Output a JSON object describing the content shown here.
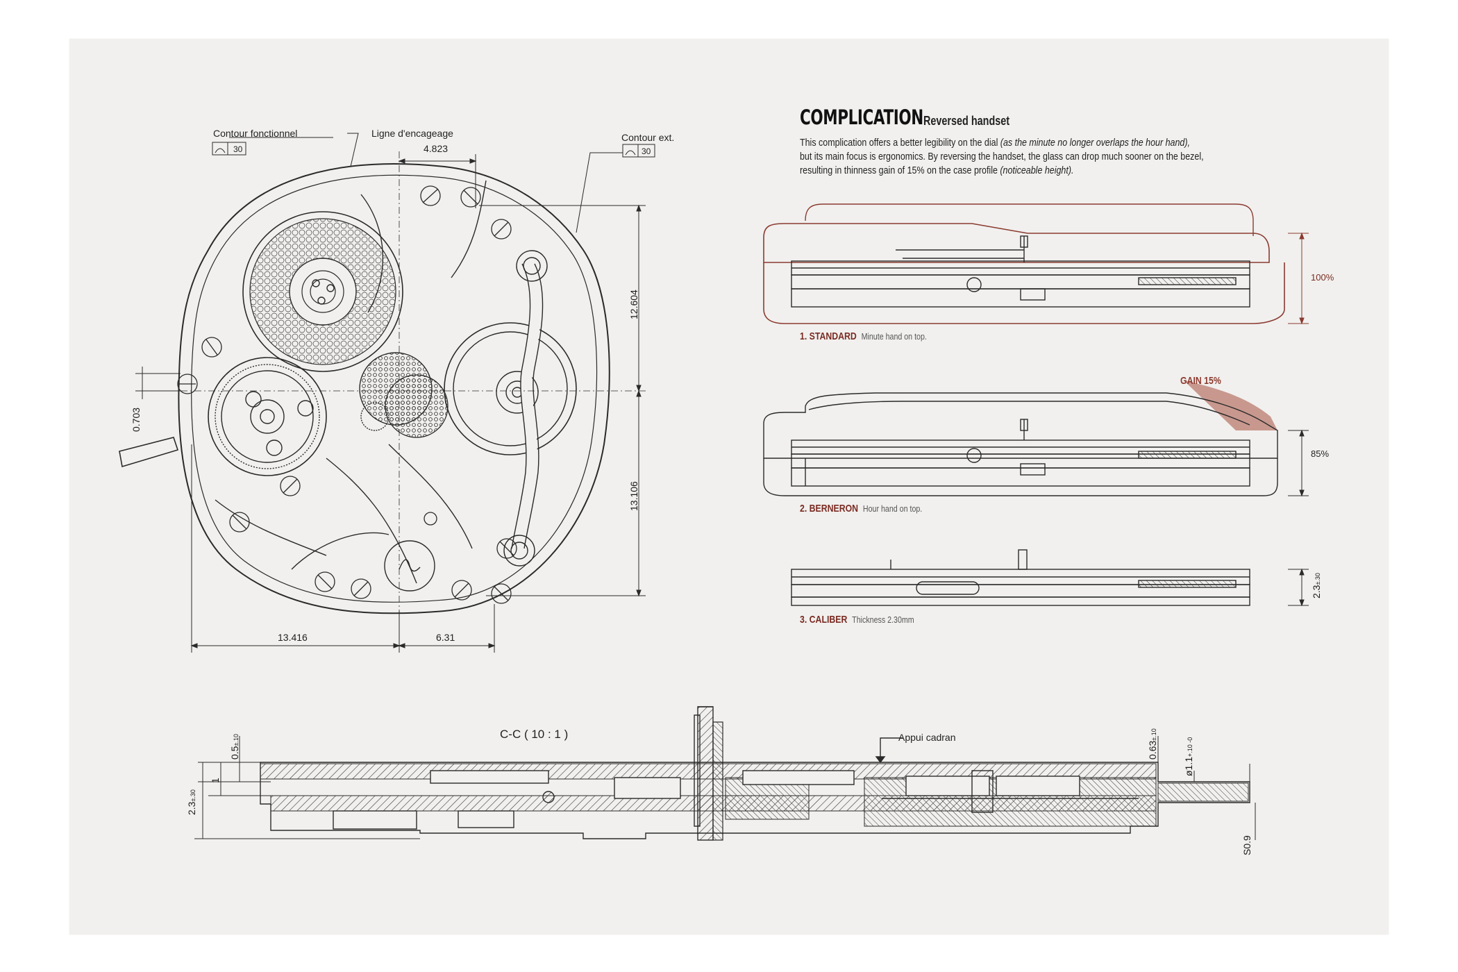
{
  "header": {
    "title": "COMPLICATION",
    "subtitle": "Reversed handset",
    "description_1": "This complication offers a better legibility on the dial ",
    "description_1_italic": "(as the minute no longer overlaps the hour hand),",
    "description_2": "but its main focus is ergonomics. By reversing the handset, the glass can drop much sooner on the bezel,",
    "description_3": "resulting in thinness gain of 15% on the case profile ",
    "description_3_italic": "(noticeable height)."
  },
  "plan_view": {
    "contour_fonctionnel": "Contour fonctionnel",
    "contour_fonctionnel_value": "30",
    "ligne_encageage": "Ligne d'encageage",
    "dim_4823": "4.823",
    "contour_ext": "Contour ext.",
    "contour_ext_value": "30",
    "dim_12604": "12.604",
    "dim_13106": "13.106",
    "dim_0703": "0.703",
    "dim_13416": "13.416",
    "dim_631": "6.31"
  },
  "profiles": [
    {
      "number": "1. STANDARD",
      "note": "Minute hand on top.",
      "percent": "100%"
    },
    {
      "number": "2. BERNERON",
      "note": "Hour hand on top.",
      "percent": "85%",
      "gain": "GAIN 15%"
    },
    {
      "number": "3. CALIBER",
      "note": "Thickness 2.30mm",
      "dimension": "2.3",
      "dimension_tol": "±.30"
    }
  ],
  "section": {
    "title": "C-C ( 10 : 1 )",
    "appui_cadran": "Appui cadran",
    "dim_05": "0.5",
    "dim_05_tol": "±.10",
    "dim_1": "1",
    "dim_23": "2.3",
    "dim_23_tol": "±.30",
    "dim_063": "0.63",
    "dim_063_tol": "±.10",
    "dim_11": "ø1.1",
    "dim_11_tol": "+.10 -0",
    "dim_s09": "S0.9"
  },
  "colors": {
    "paper": "#f1f0ee",
    "line": "#2a2a2a",
    "accent": "#7a2b22"
  }
}
